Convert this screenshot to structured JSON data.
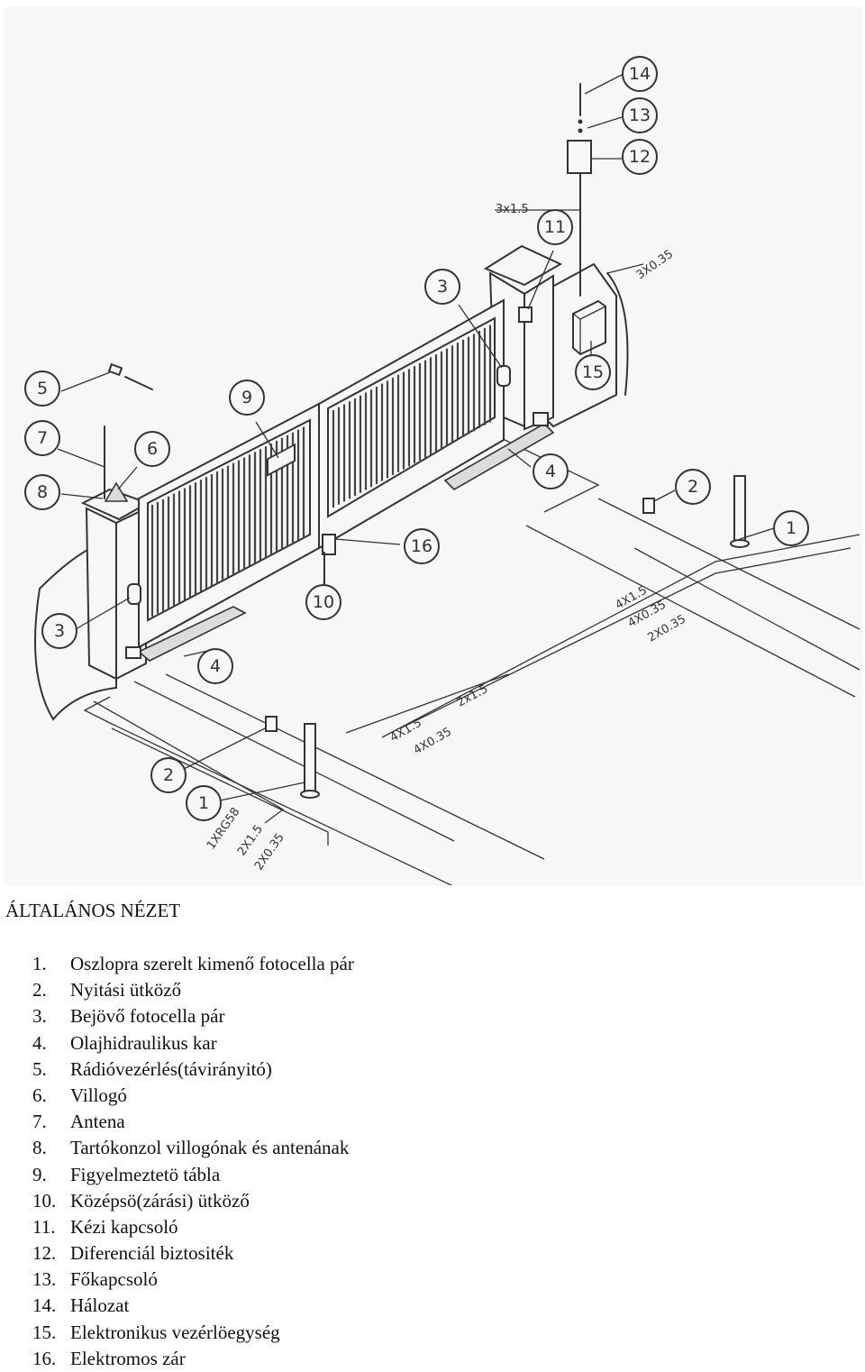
{
  "figure": {
    "callouts": [
      {
        "id": "c14",
        "label": "14"
      },
      {
        "id": "c13",
        "label": "13"
      },
      {
        "id": "c12",
        "label": "12"
      },
      {
        "id": "c11",
        "label": "11"
      },
      {
        "id": "c3a",
        "label": "3"
      },
      {
        "id": "c15",
        "label": "15"
      },
      {
        "id": "c5",
        "label": "5"
      },
      {
        "id": "c9",
        "label": "9"
      },
      {
        "id": "c7",
        "label": "7"
      },
      {
        "id": "c6",
        "label": "6"
      },
      {
        "id": "c8",
        "label": "8"
      },
      {
        "id": "c4a",
        "label": "4"
      },
      {
        "id": "c2a",
        "label": "2"
      },
      {
        "id": "c1a",
        "label": "1"
      },
      {
        "id": "c16",
        "label": "16"
      },
      {
        "id": "c10",
        "label": "10"
      },
      {
        "id": "c3b",
        "label": "3"
      },
      {
        "id": "c4b",
        "label": "4"
      },
      {
        "id": "c2b",
        "label": "2"
      },
      {
        "id": "c1b",
        "label": "1"
      }
    ],
    "cables": [
      {
        "id": "k1",
        "text": "3x1.5"
      },
      {
        "id": "k2",
        "text": "3X0.35"
      },
      {
        "id": "k3",
        "text": "4X1.5"
      },
      {
        "id": "k4",
        "text": "4X0.35"
      },
      {
        "id": "k5",
        "text": "2X0.35"
      },
      {
        "id": "k6",
        "text": "2x1.5"
      },
      {
        "id": "k7",
        "text": "4X1.5"
      },
      {
        "id": "k8",
        "text": "4X0.35"
      },
      {
        "id": "k9",
        "text": "1XRG58"
      },
      {
        "id": "k10",
        "text": "2X1.5"
      },
      {
        "id": "k11",
        "text": "2X0.35"
      }
    ]
  },
  "title": "ÁLTALÁNOS NÉZET",
  "legend": [
    {
      "num": "1.",
      "text": "Oszlopra szerelt kimenő fotocella pár"
    },
    {
      "num": "2.",
      "text": "Nyitási ütköző"
    },
    {
      "num": "3.",
      "text": "Bejövő fotocella pár"
    },
    {
      "num": "4.",
      "text": "Olajhidraulikus kar"
    },
    {
      "num": "5.",
      "text": "Rádióvezérlés(távirányitó)"
    },
    {
      "num": "6.",
      "text": "Villogó"
    },
    {
      "num": "7.",
      "text": "Antena"
    },
    {
      "num": "8.",
      "text": "Tartókonzol villogónak és antenának"
    },
    {
      "num": "9.",
      "text": "Figyelmeztetö tábla"
    },
    {
      "num": "10.",
      "text": "Középsö(zárási) ütköző"
    },
    {
      "num": "11.",
      "text": "Kézi kapcsoló"
    },
    {
      "num": "12.",
      "text": "Diferenciál biztositék"
    },
    {
      "num": "13.",
      "text": "Főkapcsoló"
    },
    {
      "num": "14.",
      "text": "Hálozat"
    },
    {
      "num": "15.",
      "text": "Elektronikus vezérlöegység"
    },
    {
      "num": "16.",
      "text": "Elektromos zár"
    }
  ]
}
